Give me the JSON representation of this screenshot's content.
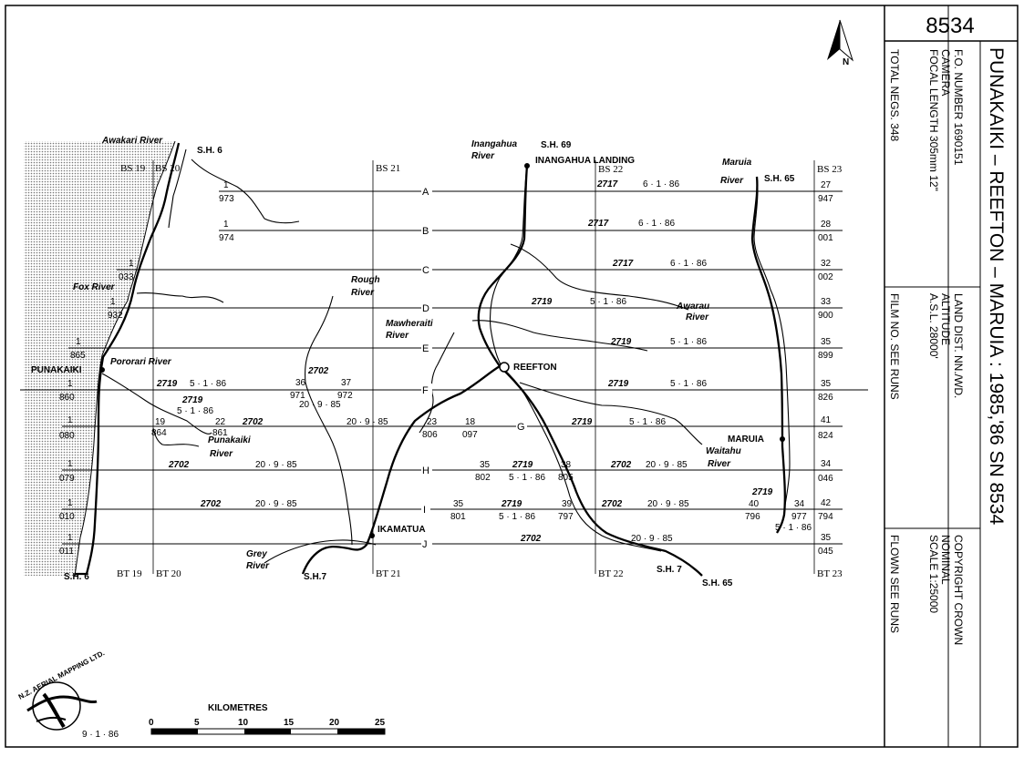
{
  "sheet": {
    "number": "8534",
    "title": "PUNAKAIKI – REEFTON – MARUIA : 1985,'86 SN 8534"
  },
  "info_panel": {
    "fo_number": "F.O. NUMBER   1690151",
    "camera": "CAMERA",
    "focal_length": "FOCAL LENGTH   305mm  12\"",
    "total_negs": "TOTAL NEGS.   348",
    "land_dist": "LAND DIST.  NN./WD.",
    "altitude": "ALTITUDE",
    "asl": "A.S.L.          28000'",
    "film_no": "FILM NO.    SEE RUNS",
    "copyright": "COPYRIGHT CROWN",
    "nominal": "NOMINAL",
    "scale": "SCALE          1:25000",
    "flown": "FLOWN        SEE RUNS"
  },
  "map": {
    "north_label": "N",
    "rivers": [
      "Awakari River",
      "Fox River",
      "Pororari River",
      "Punakaiki",
      "River",
      "Rough",
      "River",
      "Mawheraiti",
      "River",
      "Inangahua",
      "River",
      "Maruia",
      "River",
      "Awarau",
      "River",
      "Waitahu",
      "River",
      "Grey",
      "River"
    ],
    "places": [
      "PUNAKAIKI",
      "INANGAHUA LANDING",
      "REEFTON",
      "MARUIA",
      "IKAMATUA"
    ],
    "highways": [
      "S.H. 6",
      "S.H. 69",
      "S.H. 65",
      "S.H. 6",
      "S.H.7",
      "S.H. 7",
      "S.H. 65"
    ],
    "top_strips": [
      "BS 19",
      "BS 20",
      "BS 21",
      "BS 22",
      "BS 23"
    ],
    "bottom_strips": [
      "BT 19",
      "BT 20",
      "BT 21",
      "BT 22",
      "BT 23"
    ],
    "runs": [
      {
        "letter": "A",
        "left": [
          "1",
          "973"
        ],
        "right": [
          "27",
          "947"
        ],
        "labels": [
          "2717",
          "6 · 1 · 86"
        ]
      },
      {
        "letter": "B",
        "left": [
          "1",
          "974"
        ],
        "right": [
          "28",
          "001"
        ],
        "labels": [
          "2717",
          "6 · 1 · 86"
        ]
      },
      {
        "letter": "C",
        "left": [
          "1",
          "033"
        ],
        "right": [
          "32",
          "002"
        ],
        "labels": [
          "2717",
          "6 · 1 · 86"
        ]
      },
      {
        "letter": "D",
        "left": [
          "1",
          "932"
        ],
        "right": [
          "33",
          "900"
        ],
        "labels": [
          "2719",
          "5 · 1 · 86"
        ]
      },
      {
        "letter": "E",
        "left": [
          "1",
          "865"
        ],
        "right": [
          "35",
          "899"
        ],
        "labels": [
          "2719",
          "5 · 1 · 86"
        ]
      },
      {
        "letter": "F",
        "left": [
          "1",
          "860"
        ],
        "right": [
          "35",
          "826"
        ],
        "labels": [
          "2719",
          "5 · 1 · 86",
          "2719",
          "5 · 1 · 86"
        ]
      },
      {
        "letter": "G",
        "left": [
          "1",
          "080"
        ],
        "right": [
          "41",
          "824"
        ],
        "labels": [
          "2702",
          "20 · 9 · 85",
          "2719",
          "5 · 1 · 86"
        ]
      },
      {
        "letter": "H",
        "left": [
          "1",
          "079"
        ],
        "right": [
          "34",
          "046"
        ],
        "labels": [
          "2702",
          "20 · 9 · 85",
          "2719",
          "5 · 1 · 86",
          "2702",
          "20 · 9 · 85"
        ]
      },
      {
        "letter": "I",
        "left": [
          "1",
          "010"
        ],
        "right": [
          "42",
          "794"
        ],
        "labels": [
          "2702",
          "20 · 9 · 85",
          "2719",
          "5 · 1 · 86",
          "2702",
          "20 · 9 · 85"
        ]
      },
      {
        "letter": "J",
        "left": [
          "1",
          "011"
        ],
        "right": [
          "35",
          "045"
        ],
        "labels": [
          "2702",
          "20 · 9 · 85"
        ]
      }
    ],
    "mid_numbers": [
      [
        "2702",
        "36",
        "971",
        "37",
        "972",
        "20 · 9 · 85"
      ],
      [
        "2719",
        "5 · 1 · 86",
        "19",
        "864",
        "22",
        "861"
      ],
      [
        "23",
        "806",
        "18",
        "097"
      ],
      [
        "35",
        "802",
        "38",
        "805"
      ],
      [
        "35",
        "801",
        "39",
        "797"
      ],
      [
        "2719",
        "40",
        "796",
        "34",
        "977",
        "5 · 1 · 86"
      ]
    ],
    "scale_bar": {
      "title": "KILOMETRES",
      "ticks": [
        "0",
        "5",
        "10",
        "15",
        "20",
        "25"
      ]
    },
    "logo_text": "N.Z. AERIAL MAPPING LTD.",
    "date": "9 · 1 · 86"
  }
}
